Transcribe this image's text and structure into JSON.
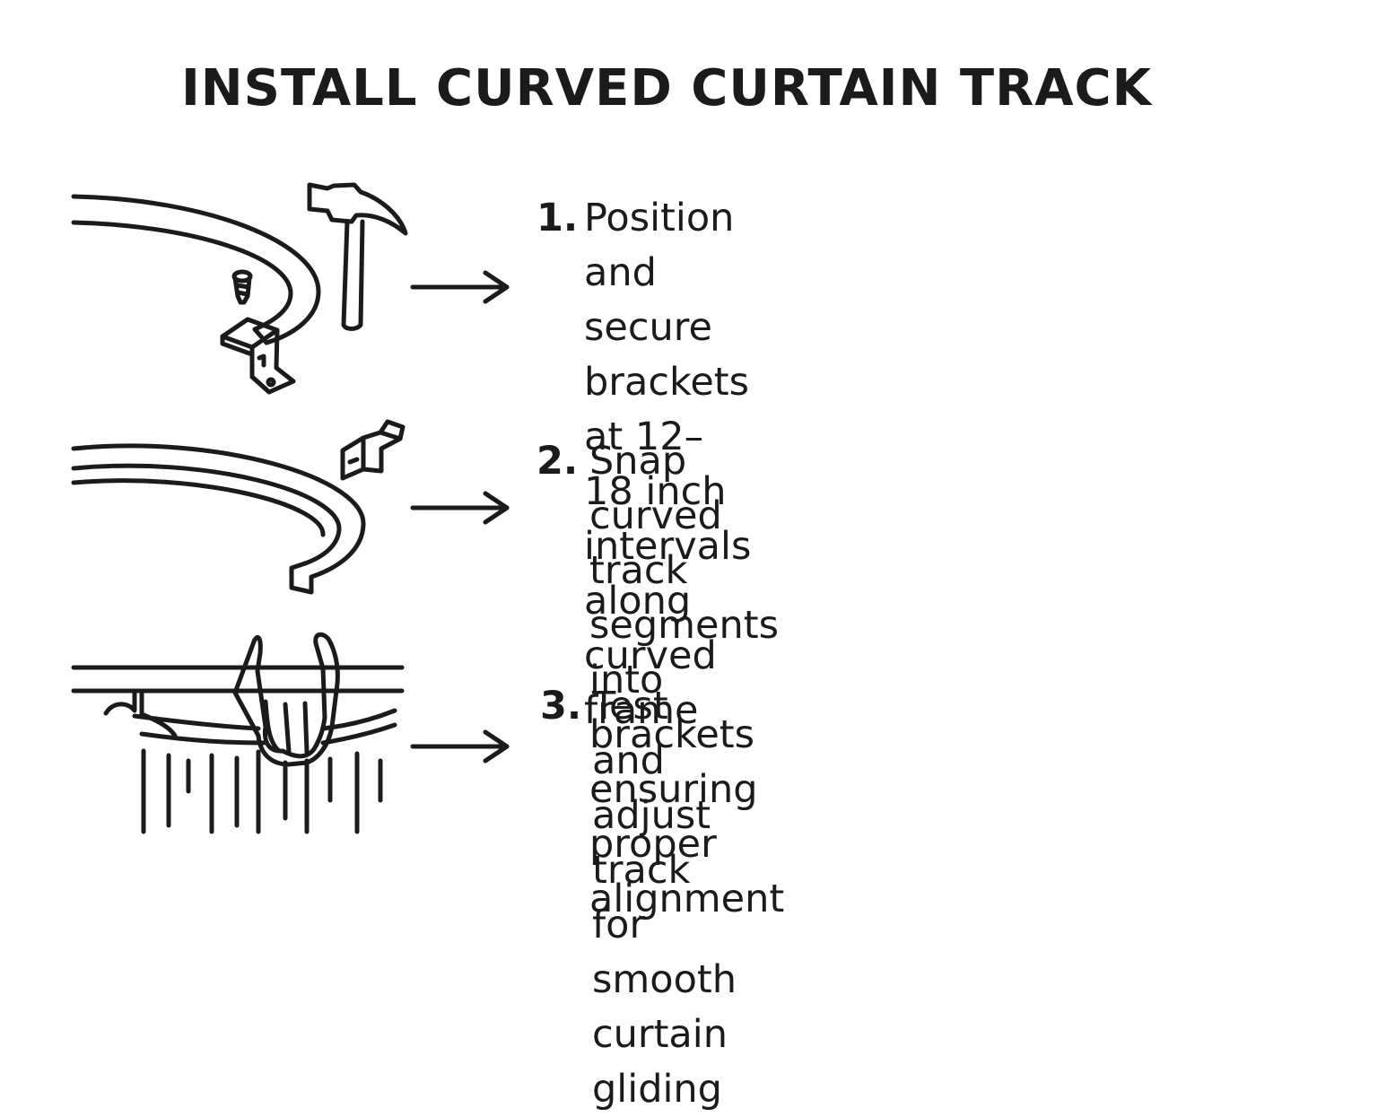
{
  "title": "INSTALL CURVED CURTAIN TRACK",
  "steps": [
    {
      "number": "1.",
      "text": "Position and secure brackets\nat 12–18 inch intervals\nalong curved frame",
      "icons": [
        "curved-track-icon",
        "screw-icon",
        "bracket-icon",
        "hammer-icon"
      ]
    },
    {
      "number": "2.",
      "text": "Snap curved track segments\ninto brackets ensuring\nproper alignment",
      "icons": [
        "curved-track-segment-icon",
        "bracket-icon"
      ]
    },
    {
      "number": "3.",
      "text": "Test and adjust track\nfor smooth curtain gliding",
      "icons": [
        "track-rail-icon",
        "hand-icon",
        "curtain-icon"
      ]
    }
  ],
  "colors": {
    "ink": "#1b1b1b",
    "background": "#ffffff"
  }
}
